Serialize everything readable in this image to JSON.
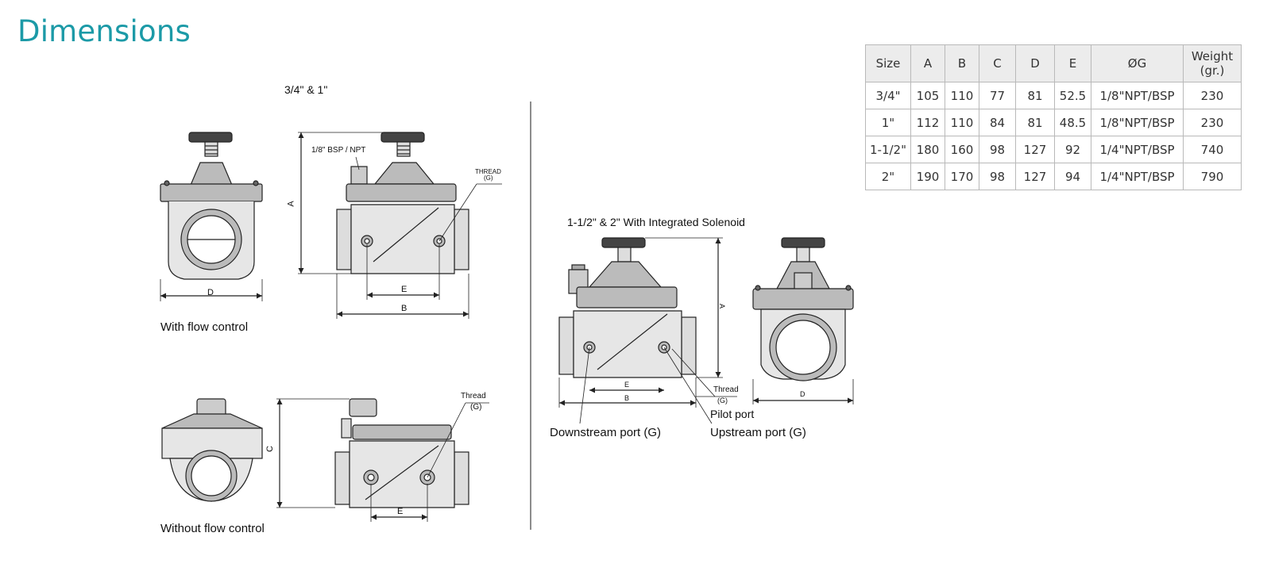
{
  "page": {
    "title": "Dimensions"
  },
  "drawings": {
    "small": {
      "heading": "3/4\" & 1\"",
      "with_caption": "With flow control",
      "without_caption": "Without flow control",
      "dim_a": "A",
      "dim_b": "B",
      "dim_c": "C",
      "dim_d": "D",
      "dim_e": "E",
      "port_label": "1/8\" BSP / NPT",
      "thread_upper": "THREAD",
      "thread_upper_g": "(G)",
      "thread_lower": "Thread",
      "thread_lower_g": "(G)"
    },
    "large": {
      "heading": "1-1/2\" & 2\" With Integrated Solenoid",
      "dim_a": "A",
      "dim_b": "B",
      "dim_d": "D",
      "dim_e": "E",
      "thread": "Thread",
      "thread_g": "(G)",
      "pilot_port": "Pilot port",
      "downstream_port": "Downstream port (G)",
      "upstream_port": "Upstream port (G)"
    }
  },
  "table": {
    "headers": [
      "Size",
      "A",
      "B",
      "C",
      "D",
      "E",
      "ØG",
      "Weight\n(gr.)"
    ],
    "rows": [
      [
        "3/4\"",
        "105",
        "110",
        "77",
        "81",
        "52.5",
        "1/8\"NPT/BSP",
        "230"
      ],
      [
        "1\"",
        "112",
        "110",
        "84",
        "81",
        "48.5",
        "1/8\"NPT/BSP",
        "230"
      ],
      [
        "1-1/2\"",
        "180",
        "160",
        "98",
        "127",
        "92",
        "1/4\"NPT/BSP",
        "740"
      ],
      [
        "2\"",
        "190",
        "170",
        "98",
        "127",
        "94",
        "1/4\"NPT/BSP",
        "790"
      ]
    ]
  }
}
